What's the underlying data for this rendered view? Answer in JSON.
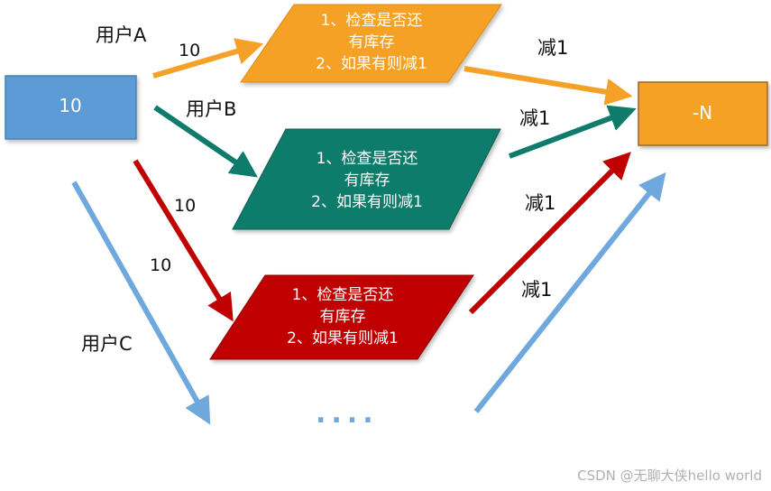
{
  "colors": {
    "source_blue": "#5b9bd5",
    "orange": "#f5a127",
    "green": "#0f7c6b",
    "red": "#c00000",
    "arrow_blue": "#6fa8dc",
    "target_orange": "#f5a127"
  },
  "source_box": {
    "label": "10"
  },
  "target_box": {
    "label": "-N"
  },
  "process_a": {
    "line1": "1、检查是否还",
    "line2": "有库存",
    "line3": "2、如果有则减1"
  },
  "process_b": {
    "line1": "1、检查是否还",
    "line2": "有库存",
    "line3": "2、如果有则减1"
  },
  "process_c": {
    "line1": "1、检查是否还",
    "line2": "有库存",
    "line3": "2、如果有则减1"
  },
  "labels": {
    "user_a": "用户A",
    "user_b": "用户B",
    "user_c": "用户C",
    "value_a": "10",
    "value_b": "10",
    "value_c": "10",
    "minus_a": "减1",
    "minus_b": "减1",
    "minus_c": "减1",
    "minus_d": "减1"
  },
  "ellipsis": "....",
  "watermark": "CSDN @无聊大侠hello world"
}
